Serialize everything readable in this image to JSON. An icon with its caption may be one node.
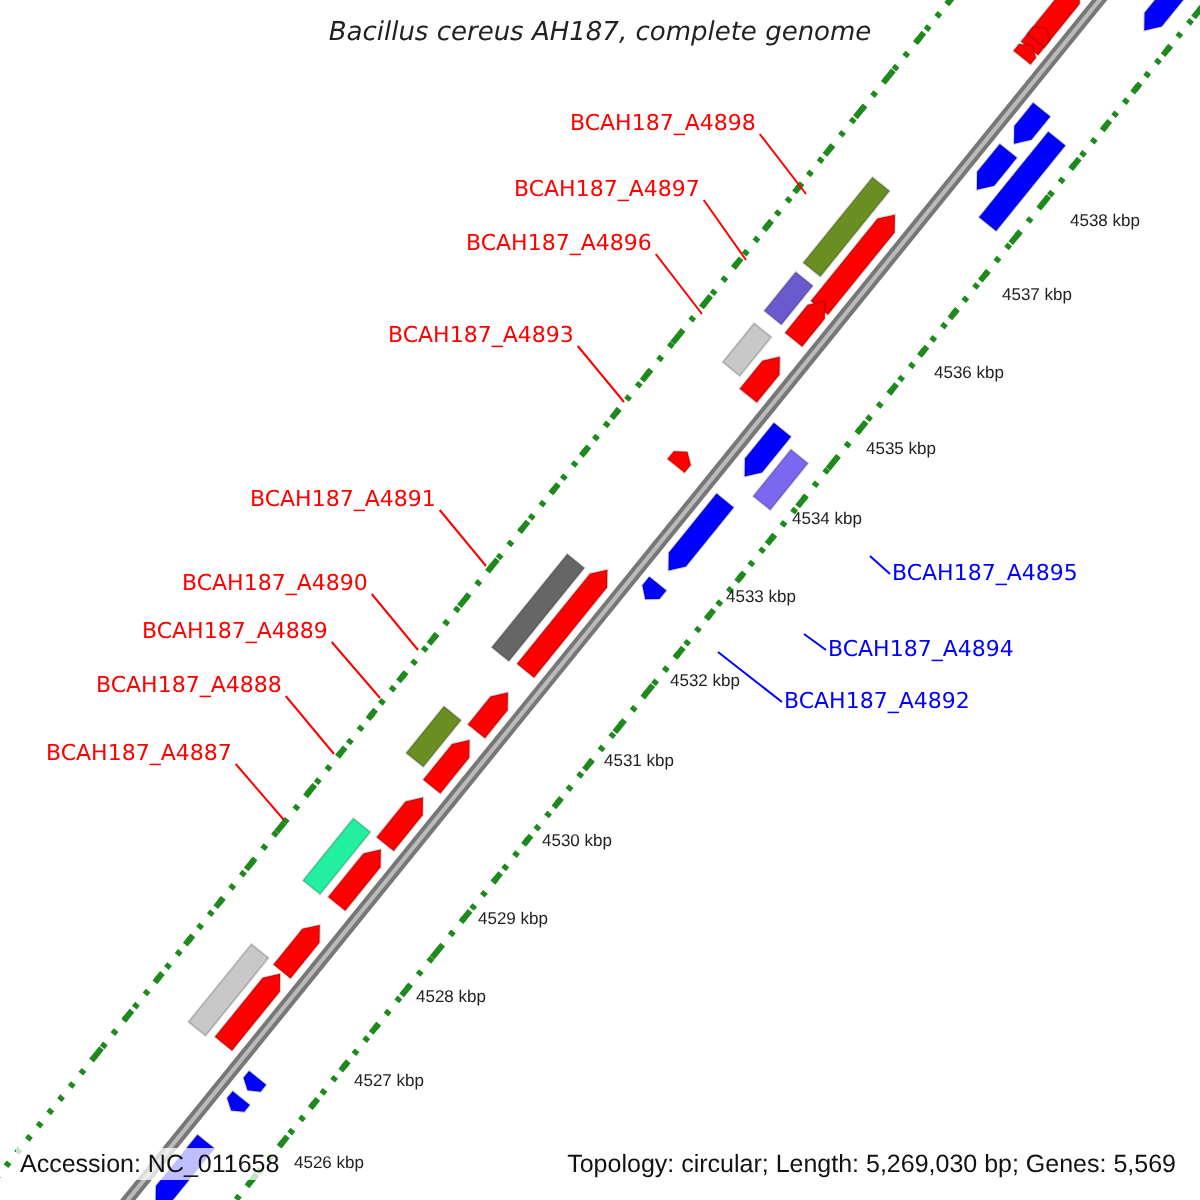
{
  "diagram": {
    "title": "Bacillus cereus AH187, complete genome",
    "nodes": [
      {
        "text": [
          "BCAH187_A4898"
        ]
      },
      {
        "text": [
          "BCAH187_A4897"
        ]
      },
      {
        "text": [
          "BCAH187_A4896"
        ]
      },
      {
        "text": [
          "BCAH187_A4893"
        ]
      },
      {
        "text": [
          "BCAH187_A4891"
        ]
      },
      {
        "text": [
          "BCAH187_A4895"
        ]
      },
      {
        "text": [
          "BCAH187_A4890"
        ]
      },
      {
        "text": [
          "BCAH187_A4889"
        ]
      },
      {
        "text": [
          "BCAH187_A4894"
        ]
      },
      {
        "text": [
          "BCAH187_A4888"
        ]
      },
      {
        "text": [
          "BCAH187_A4892"
        ]
      },
      {
        "text": [
          "BCAH187_A4887"
        ]
      }
    ],
    "edges": [
      {
        "from": 0,
        "to": null,
        "arrow": "none"
      },
      {
        "from": 1,
        "to": null,
        "arrow": "none"
      },
      {
        "from": 2,
        "to": null,
        "arrow": "none"
      },
      {
        "from": 3,
        "to": null,
        "arrow": "none"
      },
      {
        "from": 4,
        "to": null,
        "arrow": "none"
      },
      {
        "from": 5,
        "to": null,
        "arrow": "none",
        "color": "#0000ff"
      },
      {
        "from": 6,
        "to": null,
        "arrow": "none"
      },
      {
        "from": 7,
        "to": null,
        "arrow": "none"
      },
      {
        "from": 8,
        "to": null,
        "arrow": "none",
        "color": "#0000ff"
      },
      {
        "from": 9,
        "to": null,
        "arrow": "none"
      },
      {
        "from": 10,
        "to": null,
        "arrow": "none",
        "color": "#0000ff"
      },
      {
        "from": 11,
        "to": null,
        "arrow": "none"
      }
    ],
    "labels": [
      "4538 kbp",
      "4537 kbp",
      "4536 kbp",
      "4535 kbp",
      "4534 kbp",
      "4533 kbp",
      "4532 kbp",
      "4531 kbp",
      "4530 kbp",
      "4529 kbp",
      "4528 kbp",
      "4527 kbp",
      "4526 kbp",
      "Accession: NC_011658",
      "Topology: circular; Length: 5,269,030 bp; Genes: 5,569"
    ]
  }
}
